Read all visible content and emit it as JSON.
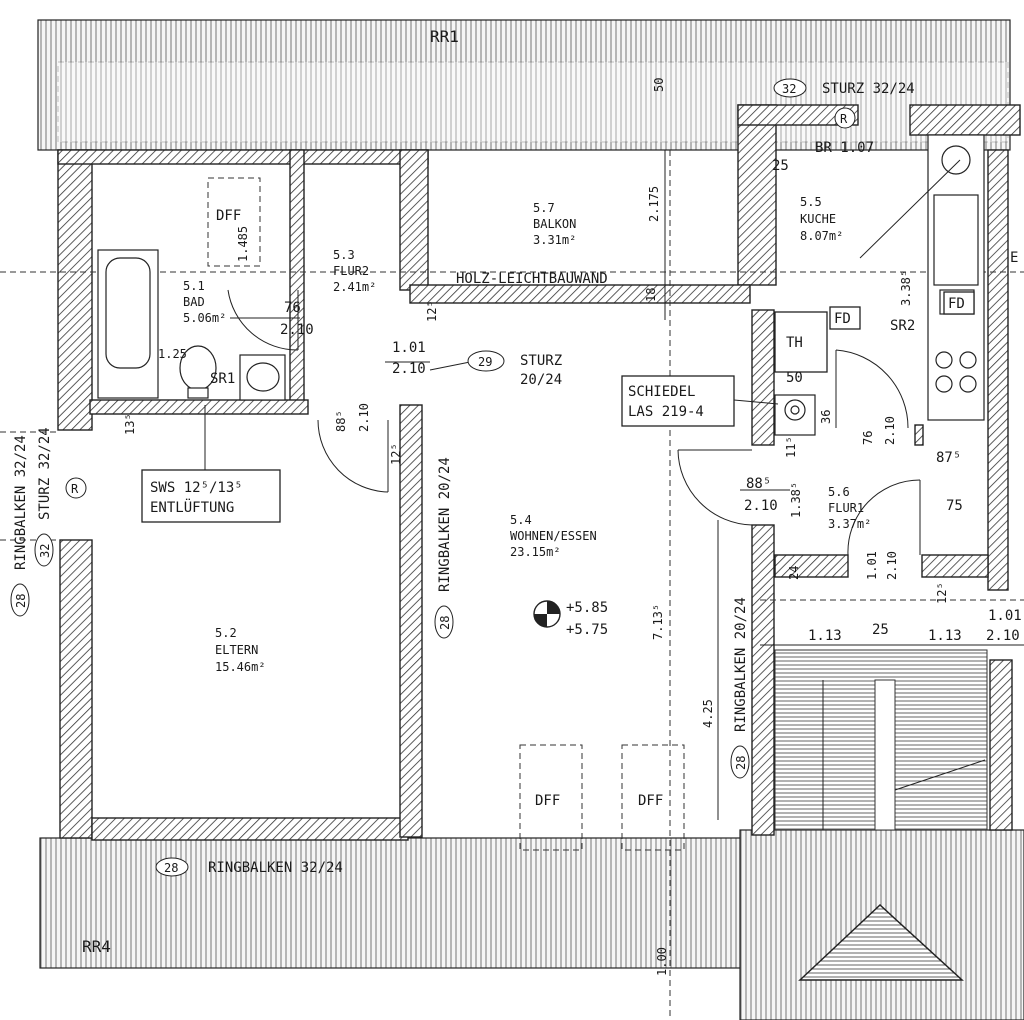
{
  "plan": {
    "rooms": {
      "bad": {
        "number": "5.1",
        "name": "BAD",
        "area": "5.06m²"
      },
      "eltern": {
        "number": "5.2",
        "name": "ELTERN",
        "area": "15.46m²"
      },
      "flur2": {
        "number": "5.3",
        "name": "FLUR2",
        "area": "2.41m²"
      },
      "wohnen": {
        "number": "5.4",
        "name": "WOHNEN/ESSEN",
        "area": "23.15m²"
      },
      "kueche": {
        "number": "5.5",
        "name": "KUCHE",
        "area": "8.07m²"
      },
      "flur1": {
        "number": "5.6",
        "name": "FLUR1",
        "area": "3.37m²"
      },
      "balkon": {
        "number": "5.7",
        "name": "BALKON",
        "area": "3.31m²"
      }
    },
    "labels": {
      "rr1": "RR1",
      "rr4": "RR4",
      "sturz_top_num": "32",
      "sturz_top": "STURZ 32/24",
      "br": "BR 1.07",
      "holz": "HOLZ-LEICHTBAUWAND",
      "sturz_mid_num": "29",
      "sturz_mid_1": "STURZ",
      "sturz_mid_2": "20/24",
      "schiedel_1": "SCHIEDEL",
      "schiedel_2": "LAS 219-4",
      "sws_1": "SWS 12⁵/13⁵",
      "sws_2": "ENTLÜFTUNG",
      "ring_bottom_num": "28",
      "ring_bottom": "RINGBALKEN 32/24",
      "ring_left_num": "28",
      "ring_left": "RINGBALKEN 32/24",
      "sturz_left_num": "32",
      "sturz_left": "STURZ 32/24",
      "r_marker": "R",
      "ring_mid_num": "28",
      "ring_mid": "RINGBALKEN 20/24",
      "ring_right_num": "28",
      "ring_right": "RINGBALKEN 20/24",
      "dff": "DFF",
      "fd": "FD",
      "th": "TH",
      "sr1": "SR1",
      "sr2": "SR2",
      "level_1": "+5.85",
      "level_2": "+5.75",
      "e_cut": "E"
    },
    "dims": {
      "d50_top": "50",
      "d2175": "2.175",
      "d1485": "1.485",
      "d76a": "76",
      "d210a": "2.10",
      "d125a": "1.25",
      "d101a": "1.01",
      "d210b": "2.10",
      "d885a": "88⁵",
      "d210c": "2.10",
      "d125b": "12⁵",
      "d135": "13⁵",
      "d25": "25",
      "d338": "3.38⁵",
      "d50b": "50",
      "d36": "36",
      "d11": "11⁵",
      "d76b": "76",
      "d210d": "2.10",
      "d875": "87⁵",
      "d885b": "88⁵",
      "d210e": "2.10",
      "d1385": "1.38⁵",
      "d75": "75",
      "d101b": "1.01",
      "d210f": "2.10",
      "d24": "24",
      "d125c": "12⁵",
      "d101c": "1.01",
      "d210g": "2.10",
      "d113a": "1.13",
      "d25b": "25",
      "d113b": "1.13",
      "d7135": "7.13⁵",
      "d425": "4.25",
      "d100": "1.00",
      "d18": "18",
      "d125d": "12⁵"
    }
  }
}
